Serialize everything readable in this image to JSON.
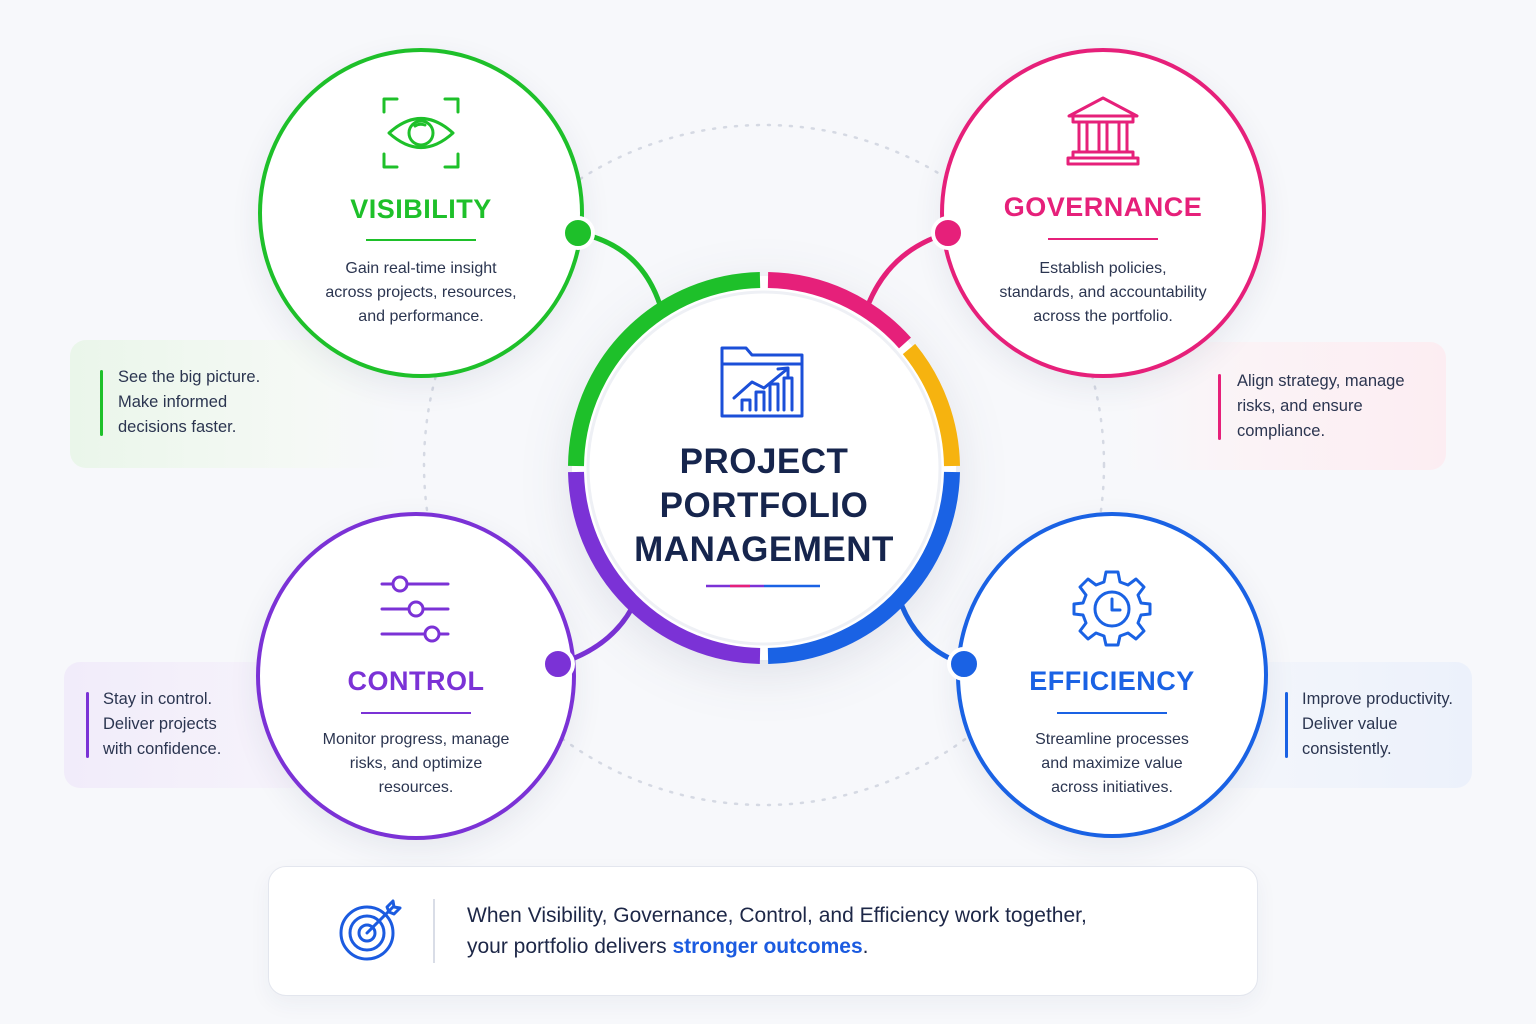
{
  "center": {
    "title_lines": [
      "PROJECT",
      "PORTFOLIO",
      "MANAGEMENT"
    ],
    "icon": "folder-chart-icon",
    "ring_colors": [
      "#e6207a",
      "#f6b30f",
      "#1a62e4",
      "#7b32d6",
      "#1ec02a"
    ]
  },
  "pillars": {
    "visibility": {
      "title": "VISIBILITY",
      "desc_lines": [
        "Gain real-time insight",
        "across projects, resources,",
        "and performance."
      ],
      "side_lines": [
        "See the big picture.",
        "Make informed",
        "decisions faster."
      ],
      "color": "#1ec02a",
      "icon": "eye-focus-icon"
    },
    "governance": {
      "title": "GOVERNANCE",
      "desc_lines": [
        "Establish policies,",
        "standards, and accountability",
        "across the portfolio."
      ],
      "side_lines": [
        "Align strategy, manage",
        "risks, and ensure",
        "compliance."
      ],
      "color": "#e6207a",
      "icon": "institution-icon"
    },
    "control": {
      "title": "CONTROL",
      "desc_lines": [
        "Monitor progress, manage",
        "risks, and optimize",
        "resources."
      ],
      "side_lines": [
        "Stay in control.",
        "Deliver projects",
        "with confidence."
      ],
      "color": "#7b32d6",
      "icon": "sliders-icon"
    },
    "efficiency": {
      "title": "EFFICIENCY",
      "desc_lines": [
        "Streamline processes",
        "and maximize value",
        "across initiatives."
      ],
      "side_lines": [
        "Improve productivity.",
        "Deliver value",
        "consistently."
      ],
      "color": "#1a62e4",
      "icon": "gear-clock-icon"
    }
  },
  "footer": {
    "line1": "When Visibility, Governance, Control, and Efficiency work together,",
    "line2_prefix": "your portfolio delivers ",
    "line2_highlight": "stronger outcomes",
    "line2_suffix": ".",
    "icon": "target-icon"
  }
}
